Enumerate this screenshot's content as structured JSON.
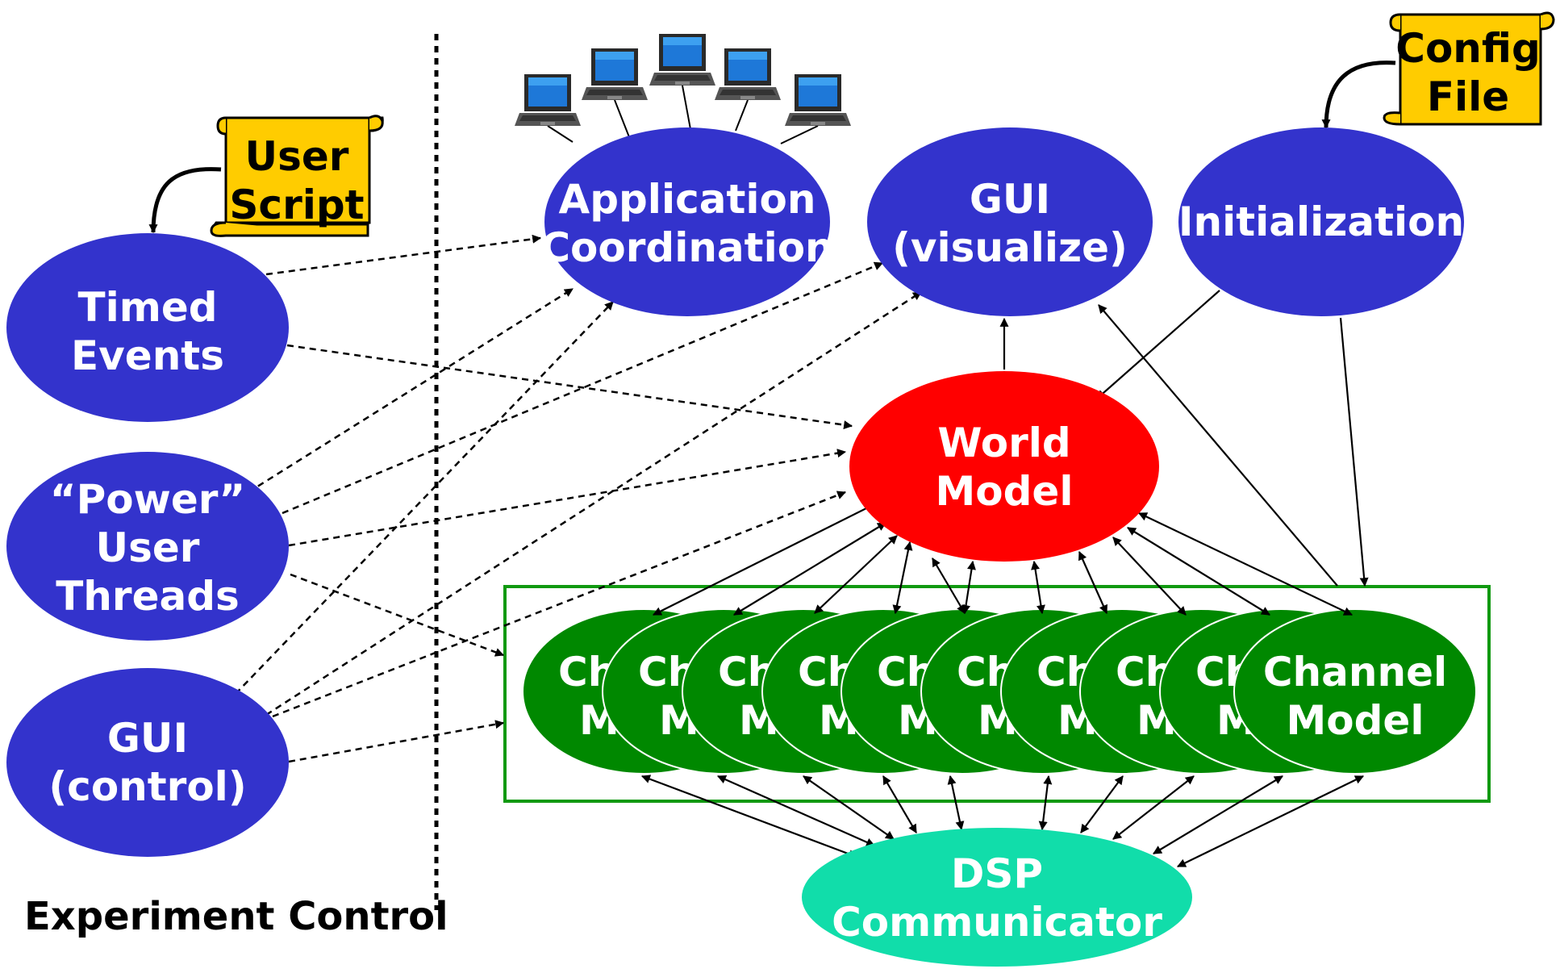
{
  "colors": {
    "blue_node": "#3333cc",
    "red_node": "#ff0000",
    "green_node": "#008800",
    "teal_node": "#11ddaa",
    "scroll_fill": "#ffcc00",
    "box_stroke": "#119911"
  },
  "nodes": {
    "timed_events": [
      "Timed",
      "Events"
    ],
    "power_user_threads": [
      "“Power”",
      "User",
      "Threads"
    ],
    "gui_control": [
      "GUI",
      "(control)"
    ],
    "application_coordination": [
      "Application",
      "Coordination"
    ],
    "gui_visualize": [
      "GUI",
      "(visualize)"
    ],
    "initialization": [
      "Initialization"
    ],
    "world_model": [
      "World",
      "Model"
    ],
    "dsp_communicator": [
      "DSP",
      "Communicator"
    ],
    "channel_model": [
      "Channel",
      "Model"
    ]
  },
  "channel_model_partial": {
    "line1": "Ch",
    "line2": "M",
    "count": 9
  },
  "scrolls": {
    "user_script": [
      "User",
      "Script"
    ],
    "config_file": [
      "Config",
      "File"
    ]
  },
  "section_label": "Experiment Control",
  "icons": {
    "laptops": [
      "laptop-icon",
      "laptop-icon",
      "laptop-icon",
      "laptop-icon",
      "laptop-icon"
    ],
    "scroll": "scroll-icon"
  }
}
